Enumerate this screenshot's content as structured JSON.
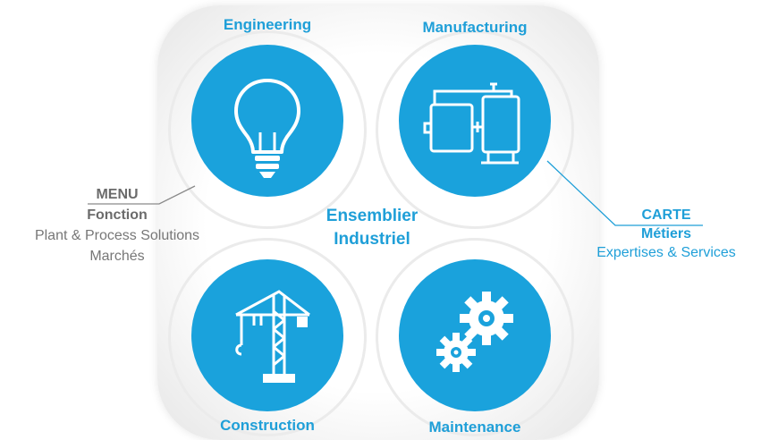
{
  "center": {
    "line1": "Ensemblier",
    "line2": "Industriel"
  },
  "quadrants": [
    {
      "label": "Engineering",
      "icon": "lightbulb-icon"
    },
    {
      "label": "Manufacturing",
      "icon": "tanks-icon"
    },
    {
      "label": "Construction",
      "icon": "crane-icon"
    },
    {
      "label": "Maintenance",
      "icon": "gears-icon"
    }
  ],
  "left_block": {
    "title": "MENU",
    "subtitle": "Fonction",
    "line1": "Plant & Process Solutions",
    "line2": "Marchés"
  },
  "right_block": {
    "title": "CARTE",
    "subtitle": "Métiers",
    "line1": "Expertises & Services"
  },
  "colors": {
    "accent": "#1aa2dc",
    "grey_text": "#777777",
    "panel_edge": "#e6e6e6"
  }
}
